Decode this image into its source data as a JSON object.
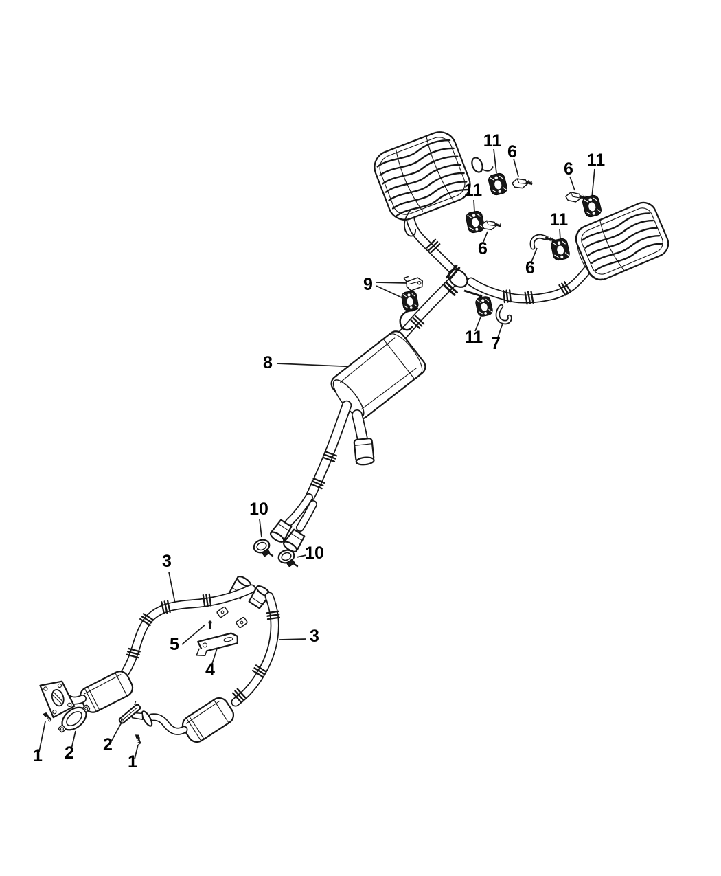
{
  "canvas": {
    "background": "#ffffff",
    "line_color": "#151515",
    "label_color": "#000000"
  },
  "callouts": [
    {
      "label": "11"
    },
    {
      "label": "6"
    },
    {
      "label": "6"
    },
    {
      "label": "11"
    },
    {
      "label": "11"
    },
    {
      "label": "6"
    },
    {
      "label": "11"
    },
    {
      "label": "6"
    },
    {
      "label": "9"
    },
    {
      "label": "8"
    },
    {
      "label": "11"
    },
    {
      "label": "7"
    },
    {
      "label": "10"
    },
    {
      "label": "10"
    },
    {
      "label": "3"
    },
    {
      "label": "5"
    },
    {
      "label": "4"
    },
    {
      "label": "3"
    },
    {
      "label": "1"
    },
    {
      "label": "2"
    },
    {
      "label": "2"
    },
    {
      "label": "1"
    }
  ]
}
